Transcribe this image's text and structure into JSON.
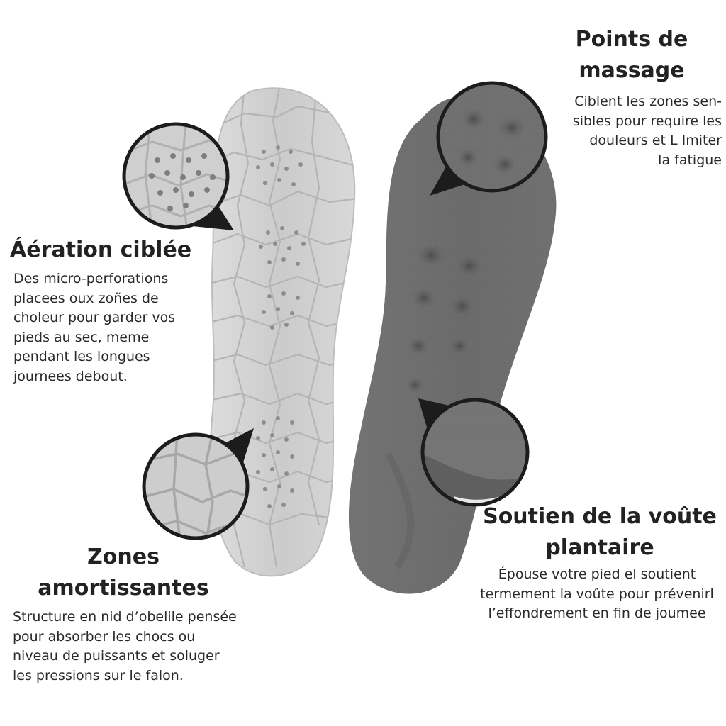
{
  "sections": {
    "aeration": {
      "title": "Áération ciblée",
      "lines": [
        "Des micro-perforations",
        "placees oux zoñes de",
        "choleur pour garder vos",
        "pieds au sec, meme",
        "pendant les longues",
        "journees debout."
      ]
    },
    "zones": {
      "title_lines": [
        "Zones",
        "amortissantes"
      ],
      "lines": [
        "Structure en nid d’obelile pensée",
        "pour absorber les chocs ou",
        "niveau de puissants et soluger",
        "les pressions sur le falon."
      ]
    },
    "points": {
      "title_lines": [
        "Points de",
        "massage"
      ],
      "lines": [
        "Ciblent les zones sen-",
        "sibles pour require les",
        "douleurs et L Imiter",
        "la fatigue"
      ]
    },
    "soutien": {
      "title_lines": [
        "Soutien de la voûte",
        "plantaire"
      ],
      "lines": [
        "Épouse votre pied el soutient",
        "termement la voûte pour prévenirl",
        "l’effondrement en fin de joumee"
      ]
    }
  },
  "colors": {
    "background": "#ffffff",
    "text": "#222222",
    "light_insole": "#cfcfcf",
    "dark_insole": "#6e6e6e",
    "callout_pointer": "#1c1c1c"
  },
  "icons": {
    "light_insole": "light-grey-honeycomb-insole",
    "dark_insole": "dark-grey-fabric-insole",
    "zoom_perforations": "perforation-zoom",
    "zoom_cushion": "cushion-zoom",
    "zoom_massage": "massage-bumps-zoom",
    "zoom_arch": "arch-support-zoom"
  }
}
